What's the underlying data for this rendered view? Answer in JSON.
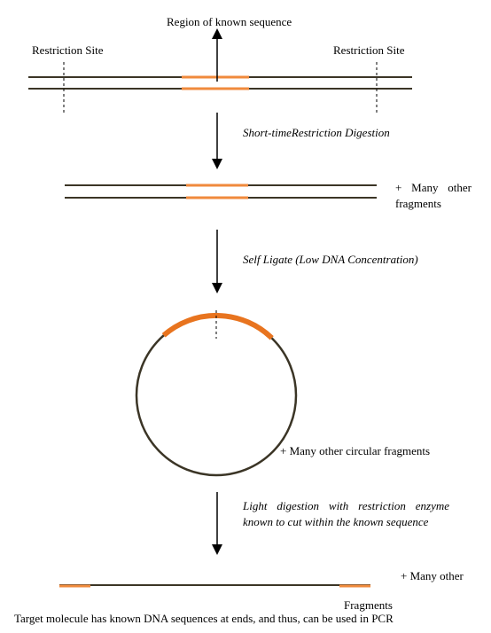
{
  "labels": {
    "region_known_sequence": "Region of known sequence",
    "restriction_site_left": "Restriction Site",
    "restriction_site_right": "Restriction Site",
    "step1": "Short-timeRestriction  Digestion",
    "many_other_line1": "+  Many  other",
    "many_other_line2": "fragments",
    "step2": "Self Ligate (Low DNA  Concentration)",
    "many_circular": "+ Many other circular fragments",
    "step3_line1": "Light  digestion  with  restriction  enzyme",
    "step3_line2": "known to cut within the known sequence",
    "many_other_bottom": "+ Many other",
    "fragments": "Fragments",
    "conclusion": "Target molecule has known DNA sequences  at ends, and thus, can be used in PCR"
  },
  "colors": {
    "dna_strand": "#3b3526",
    "known_sequence": "#f08a3c",
    "arrow": "#000000"
  }
}
